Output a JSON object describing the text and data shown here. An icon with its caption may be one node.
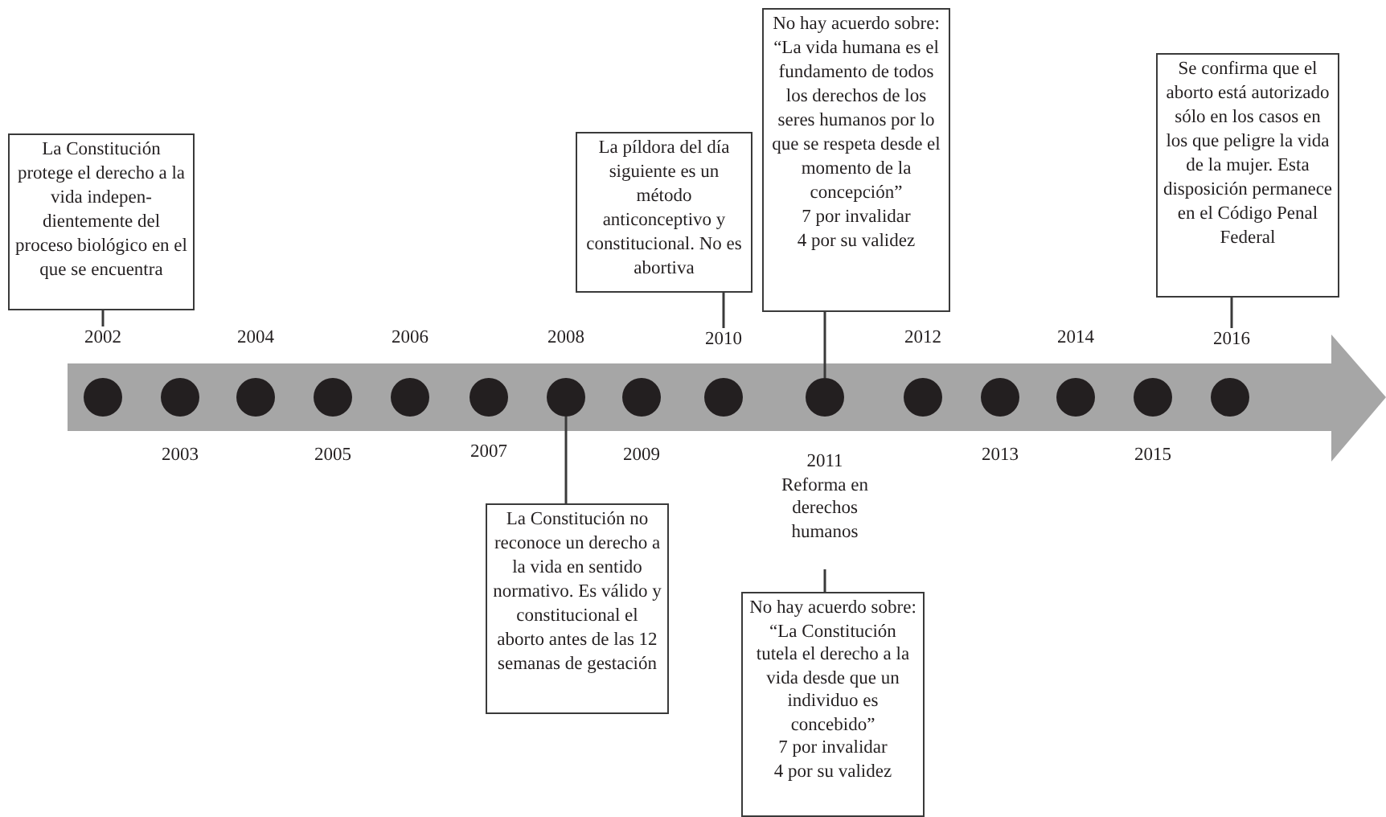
{
  "diagram": {
    "nodes": [
      {
        "text": [
          "La Constitución protege el derecho a la vida indepen-dientemente del proceso biológico en el que se encuentra"
        ]
      },
      {
        "text": [
          "2002"
        ]
      },
      {
        "text": [
          "La píldora del día siguiente es un método anticonceptivo y constitucional. No es abortiva"
        ]
      },
      {
        "text": [
          "2010"
        ]
      },
      {
        "text": [
          "No hay acuerdo sobre:",
          "“La vida humana es el fundamento de todos los derechos de los seres humanos por lo que se respeta desde el momento de la concepción”",
          "7 por invalidar",
          "4 por su validez"
        ]
      },
      {
        "text": [
          "Se confirma que el aborto está autorizado sólo en los casos en los que peligre la vida de la mujer. Esta disposición permanece en el Código Penal Federal"
        ]
      },
      {
        "text": [
          "2016"
        ]
      },
      {
        "text": [],
        "shape": "circle"
      },
      {
        "text": [],
        "shape": "circle"
      },
      {
        "text": [],
        "shape": "circle"
      },
      {
        "text": [],
        "shape": "circle"
      },
      {
        "text": [],
        "shape": "circle"
      },
      {
        "text": [],
        "shape": "circle"
      },
      {
        "text": [],
        "shape": "circle"
      },
      {
        "text": [],
        "shape": "circle"
      },
      {
        "text": [],
        "shape": "circle"
      },
      {
        "text": [],
        "shape": "circle"
      },
      {
        "text": [],
        "shape": "circle"
      },
      {
        "text": [],
        "shape": "circle"
      },
      {
        "text": [],
        "shape": "circle"
      },
      {
        "text": [],
        "shape": "circle"
      },
      {
        "text": [],
        "shape": "circle"
      },
      {
        "text": [
          "La Constitución no reconoce un derecho a la vida en sentido normativo. Es válido y constitucional el aborto antes de las 12 semanas de gestación"
        ]
      },
      {
        "text": [
          "2011",
          "Reforma en derechos humanos"
        ]
      },
      {
        "text": [
          "No hay acuerdo sobre:",
          "“La Constitución tutela el derecho a la vida desde que un individuo es concebido”",
          "7 por invalidar",
          "4 por su validez"
        ]
      }
    ],
    "edges": [
      {
        "from": 0,
        "to": 1,
        "arrow": "none"
      },
      {
        "from": 2,
        "to": 3,
        "arrow": "none"
      },
      {
        "from": 4,
        "to": 16,
        "arrow": "none"
      },
      {
        "from": 5,
        "to": 6,
        "arrow": "none"
      },
      {
        "from": 13,
        "to": 22,
        "arrow": "none"
      },
      {
        "from": 23,
        "to": 24,
        "arrow": "none"
      }
    ],
    "labels": [
      "2004",
      "2006",
      "2008",
      "2012",
      "2014",
      "2003",
      "2005",
      "2007",
      "2009",
      "2013",
      "2015"
    ]
  }
}
